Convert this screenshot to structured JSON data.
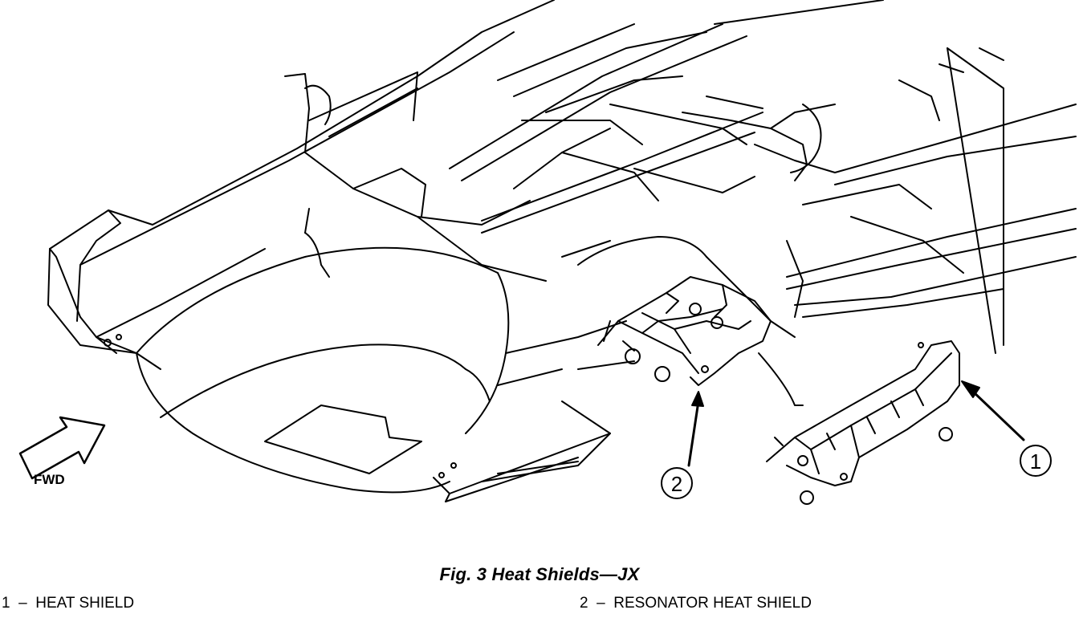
{
  "figure": {
    "caption": "Fig. 3 Heat Shields—JX",
    "direction_label": "FWD",
    "callouts": [
      {
        "number": "1",
        "description": "HEAT SHIELD"
      },
      {
        "number": "2",
        "description": "RESONATOR HEAT SHIELD"
      }
    ]
  },
  "legend": [
    {
      "text": "1  –  HEAT SHIELD"
    },
    {
      "text": "2  –  RESONATOR HEAT SHIELD"
    }
  ],
  "icons": {
    "direction_arrow": "fwd-arrow-icon"
  }
}
